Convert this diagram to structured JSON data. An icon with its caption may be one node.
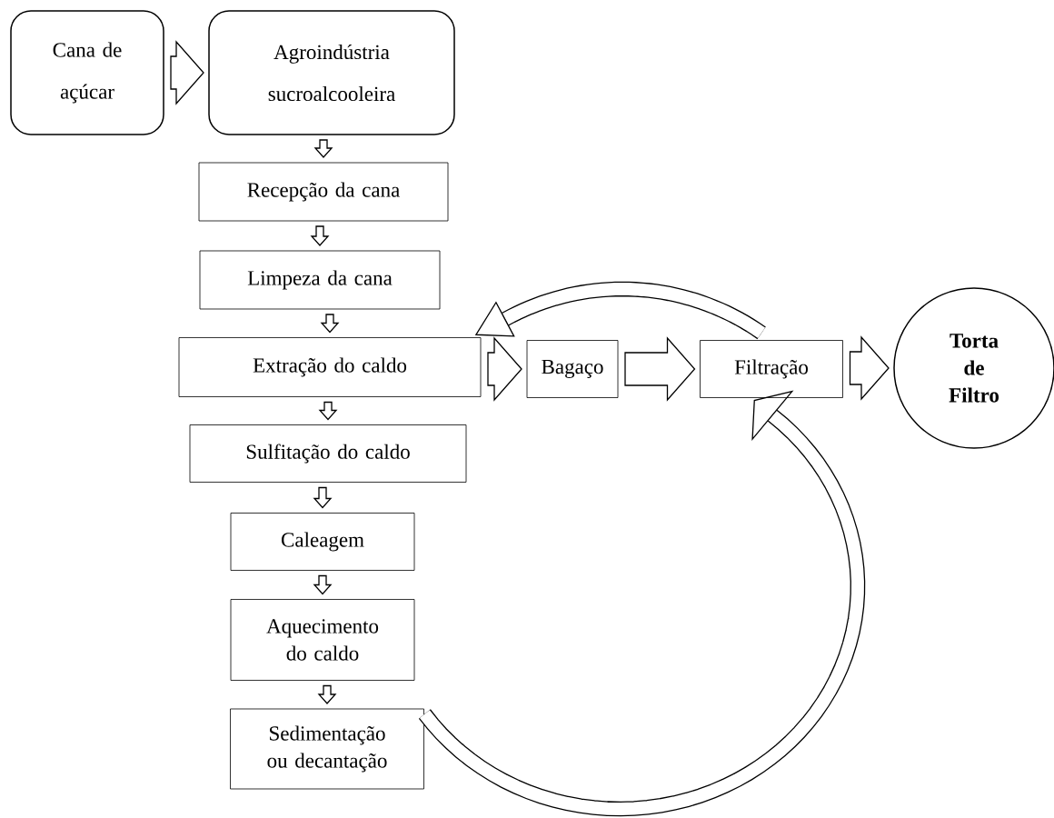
{
  "diagram": {
    "nodes": [
      {
        "text": [
          "Cana de açúcar"
        ]
      },
      {
        "text": [
          "Agroindústria sucroalcooleira"
        ]
      },
      {
        "text": [
          "Recepção da cana"
        ]
      },
      {
        "text": [
          "Limpeza da cana"
        ]
      },
      {
        "text": [
          "Extração do caldo"
        ]
      },
      {
        "text": [
          "Bagaço"
        ]
      },
      {
        "text": [
          "Filtração"
        ]
      },
      {
        "text": [
          "Torta de Filtro"
        ]
      },
      {
        "text": [
          "Sulfitação do caldo"
        ]
      },
      {
        "text": [
          "Caleagem"
        ]
      },
      {
        "text": [
          "Aquecimento do caldo"
        ]
      },
      {
        "text": [
          "Sedimentação ou decantação"
        ]
      }
    ],
    "edges": [
      {
        "from": 0,
        "to": 1,
        "arrow": "to"
      },
      {
        "from": 1,
        "to": 2,
        "arrow": "to"
      },
      {
        "from": 2,
        "to": 3,
        "arrow": "to"
      },
      {
        "from": 3,
        "to": 4,
        "arrow": "to"
      },
      {
        "from": 4,
        "to": 5,
        "arrow": "to"
      },
      {
        "from": 5,
        "to": 6,
        "arrow": "to"
      },
      {
        "from": 6,
        "to": 7,
        "arrow": "to"
      },
      {
        "from": 6,
        "to": 4,
        "arrow": "to"
      },
      {
        "from": 4,
        "to": 8,
        "arrow": "to"
      },
      {
        "from": 8,
        "to": 9,
        "arrow": "to"
      },
      {
        "from": 9,
        "to": 10,
        "arrow": "to"
      },
      {
        "from": 10,
        "to": 11,
        "arrow": "to"
      },
      {
        "from": 11,
        "to": 6,
        "arrow": "to"
      }
    ]
  }
}
